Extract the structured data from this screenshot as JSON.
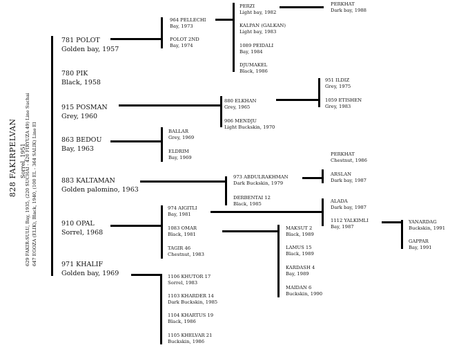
{
  "root": {
    "name": "828  FAKIRPELVAN",
    "sub": "Sorrel, 1951",
    "line1": "629 FAKIR-SULU, Bay, 1935, (220 SUCHAI - 420 FIRYUZA 49) Line Suchai",
    "line2": "647 EGOZA (ELIK), Black, 1940, (100 EL - 364 SALIK) Line El"
  },
  "horses": {
    "polot": {
      "name": "781  POLOT",
      "sub": "Golden bay, 1957"
    },
    "pik": {
      "name": "780  PIK",
      "sub": "Black, 1958"
    },
    "posman": {
      "name": "915  POSMAN",
      "sub": "Grey, 1960"
    },
    "bedou": {
      "name": "863  BEDOU",
      "sub": "Bay, 1963"
    },
    "kaltaman": {
      "name": "883  KALTAMAN",
      "sub": "Golden palomino, 1963"
    },
    "opal": {
      "name": "910  OPAL",
      "sub": "Sorrel, 1968"
    },
    "khalif": {
      "name": "971  KHALIF",
      "sub": "Golden bay, 1969"
    },
    "pellechi": {
      "name": "964  PELLECHI",
      "sub": "Bay, 1973"
    },
    "polot2": {
      "name": "POLOT 2ND",
      "sub": "Bay, 1974"
    },
    "perzi": {
      "name": "PERZI",
      "sub": "Light bay, 1982"
    },
    "kalpan": {
      "name": "KALPAN (GALKAN)",
      "sub": "Light bay, 1983"
    },
    "peidali": {
      "name": "1089  PEIDALI",
      "sub": "Bay, 1984"
    },
    "djumakel": {
      "name": "DJUMAKEL",
      "sub": "Black, 1986"
    },
    "perkhat1": {
      "name": "PERKHAT",
      "sub": "Dark bay, 1988"
    },
    "elkhan": {
      "name": "880  ELKHAN",
      "sub": "Grey, 1965"
    },
    "mendju": {
      "name": "906  MENDJU",
      "sub": "Light Buckskin, 1970"
    },
    "ildiz": {
      "name": "951  ILDIZ",
      "sub": "Grey, 1975"
    },
    "etishen": {
      "name": "1059  ETISHEN",
      "sub": "Grey, 1983"
    },
    "ballar": {
      "name": "BALLAR",
      "sub": "Grey, 1969"
    },
    "eldrim": {
      "name": "ELDRIM",
      "sub": "Bay, 1969"
    },
    "abdulrakhman": {
      "name": "973  ABDULRAKHMAN",
      "sub": "Dark Buckskin, 1979"
    },
    "derbentai": {
      "name": "DERBENTAI  12",
      "sub": "Black, 1985"
    },
    "perkhat2": {
      "name": "PERKHAT",
      "sub": "Chestnut, 1986"
    },
    "arslan": {
      "name": "ARSLAN",
      "sub": "Dark bay, 1987"
    },
    "aigitli": {
      "name": "974  AIGITLI",
      "sub": "Bay, 1981"
    },
    "omar": {
      "name": "1083  OMAR",
      "sub": "Black, 1981"
    },
    "tagir": {
      "name": "TAGIR  46",
      "sub": "Chestnut, 1983"
    },
    "alada": {
      "name": "ALADA",
      "sub": "Dark bay, 1987"
    },
    "yalkimli": {
      "name": "1112  YALKIMLI",
      "sub": "Bay, 1987"
    },
    "yanardag": {
      "name": "YANARDAG",
      "sub": "Buckskin, 1991"
    },
    "gappar": {
      "name": "GAPPAR",
      "sub": "Bay, 1991"
    },
    "maksut": {
      "name": "MAKSUT  2",
      "sub": "Black, 1989"
    },
    "lamus": {
      "name": "LAMUS  15",
      "sub": "Black, 1989"
    },
    "kardash": {
      "name": "KARDASH  4",
      "sub": "Bay, 1989"
    },
    "maidan": {
      "name": "MAIDAN  6",
      "sub": "Buckskin, 1990"
    },
    "khutor": {
      "name": "1106  KHUTOR  17",
      "sub": "Sorrel, 1983"
    },
    "kharder": {
      "name": "1103  KHARDER  14",
      "sub": "Dark Buckskin, 1985"
    },
    "khartus": {
      "name": "1104  KHARTUS  19",
      "sub": "Black, 1986"
    },
    "khelvar": {
      "name": "1105  KHELVAR  21",
      "sub": "Buckskin, 1986"
    }
  }
}
